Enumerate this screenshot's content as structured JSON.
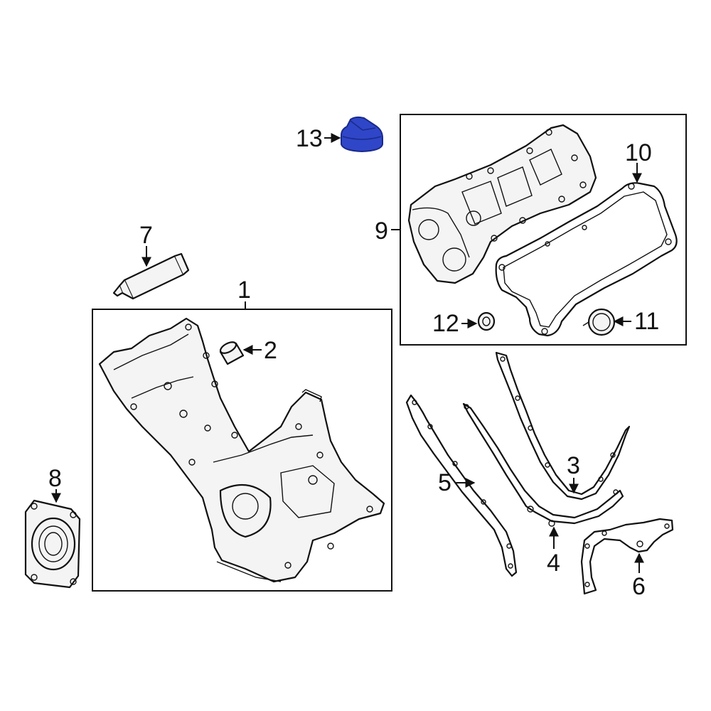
{
  "diagram": {
    "labels": {
      "p1": "1",
      "p2": "2",
      "p3": "3",
      "p4": "4",
      "p5": "5",
      "p6": "6",
      "p7": "7",
      "p8": "8",
      "p9": "9",
      "p10": "10",
      "p11": "11",
      "p12": "12",
      "p13": "13"
    },
    "colors": {
      "highlight_part": "#2f46c8",
      "line": "#111111",
      "background": "#ffffff"
    },
    "highlighted_part": "13"
  }
}
